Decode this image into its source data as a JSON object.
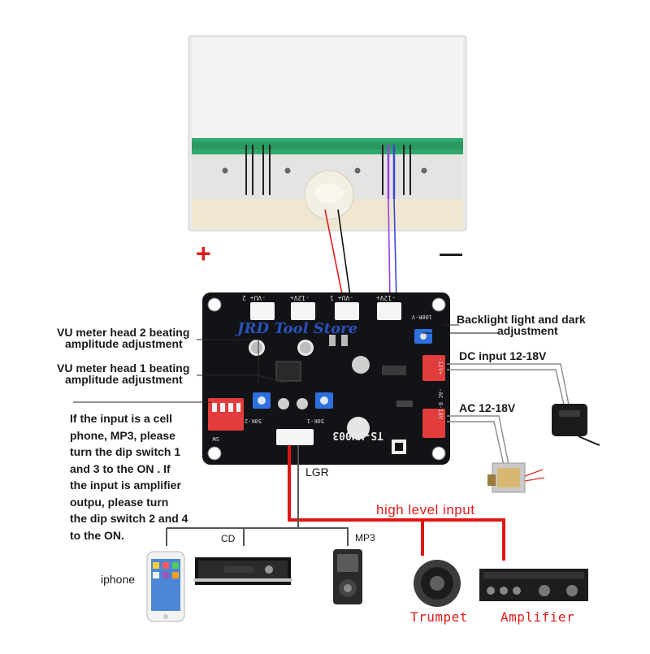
{
  "labels": {
    "vu_head2": [
      "VU meter head 2 beating",
      "amplitude adjustment"
    ],
    "vu_head1": [
      "VU meter head 1 beating",
      "amplitude adjustment"
    ],
    "backlight": [
      "Backlight light and dark",
      "adjustment"
    ],
    "dc_input": "DC input 12-18V",
    "ac_input": "AC 12-18V",
    "input_note": [
      "If the input is a cell",
      "phone, MP3, please",
      "turn the dip switch 1",
      "and 3 to the ON . If",
      "the input is amplifier",
      "outpu, please turn",
      "the dip switch 2 and 4",
      "to the ON."
    ],
    "lgr": "LGR",
    "high_level_input": "high level input",
    "cd": "CD",
    "mp3": "MP3",
    "iphone": "iphone",
    "trumpet": "Trumpet",
    "amplifier": "Amplifier",
    "plus_sign": "+",
    "minus_sign": "—"
  },
  "board": {
    "model": "TS-VU003",
    "headers": [
      "-VU+ 2",
      "-12V+",
      "-VU+ 1",
      "-12V+"
    ],
    "pot_labels": [
      "50K-1",
      "50K-2",
      "100R-V"
    ],
    "side_labels": [
      "-12V+",
      "-AC 8-18V",
      "SW"
    ]
  },
  "watermark": "JRD Tool Store",
  "colors": {
    "board": "#101215",
    "accent_red": "#e11b1b",
    "wire_gray": "#7d7d7d",
    "trimmer_blue": "#2e6fe0",
    "dip_red": "#e23c3c"
  }
}
